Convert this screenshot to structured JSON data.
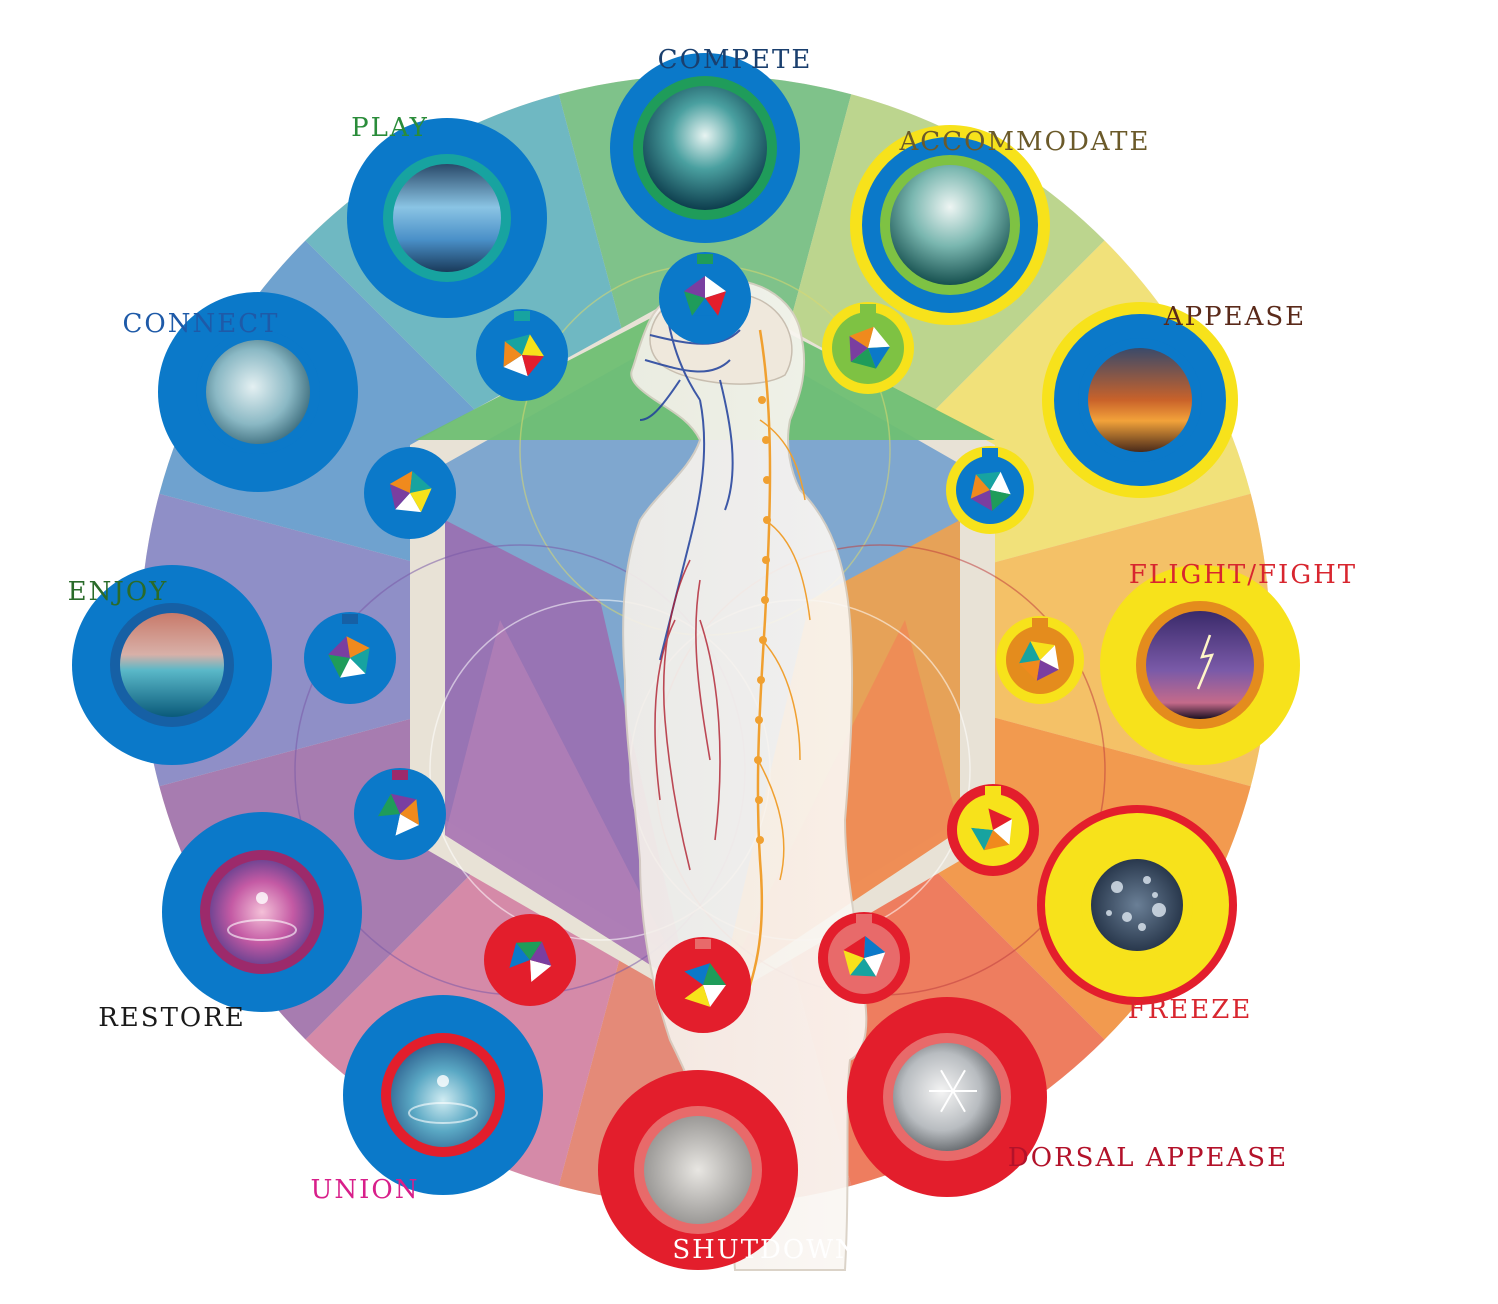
{
  "states": [
    {
      "id": "compete",
      "label": "COMPETE",
      "label_color": "#1a3f6e",
      "outer_ring": "#0b79c9",
      "inner_ring": "#1f9c5a",
      "image": "wave-photo",
      "icon_bg": "#0b79c9"
    },
    {
      "id": "accommodate",
      "label": "ACCOMMODATE",
      "label_color": "#6b5a2a",
      "outer_ring": "#f7e21b",
      "inner_ring": "#7ec243",
      "image": "mist-water-photo",
      "icon_bg": "#f7e21b"
    },
    {
      "id": "appease",
      "label": "APPEASE",
      "label_color": "#5a2a1a",
      "outer_ring": "#f7e21b",
      "inner_ring": "#0b79c9",
      "image": "sunset-raindrops-photo",
      "icon_bg": "#f7e21b"
    },
    {
      "id": "flight-fight",
      "label": "FLIGHT/FIGHT",
      "label_color": "#d8262f",
      "outer_ring": "#f7e21b",
      "inner_ring": "#e48c1d",
      "image": "lightning-photo",
      "icon_bg": "#f7e21b"
    },
    {
      "id": "freeze",
      "label": "FREEZE",
      "label_color": "#d8262f",
      "outer_ring": "#e31e2c",
      "inner_ring": "#f7e21b",
      "image": "ice-bubbles-photo",
      "icon_bg": "#e31e2c"
    },
    {
      "id": "dorsal-appease",
      "label": "DORSAL APPEASE",
      "label_color": "#b3122a",
      "outer_ring": "#e31e2c",
      "inner_ring": "#e86a6a",
      "image": "snowflake-photo",
      "icon_bg": "#e31e2c"
    },
    {
      "id": "shutdown",
      "label": "SHUTDOWN",
      "label_color": "#ffffff",
      "outer_ring": "#e31e2c",
      "inner_ring": "#e86a6a",
      "image": "falling-figure-photo",
      "icon_bg": "#e31e2c"
    },
    {
      "id": "union",
      "label": "UNION",
      "label_color": "#d81f8a",
      "outer_ring": "#0b79c9",
      "inner_ring": "#e31e2c",
      "image": "water-drop-photo",
      "icon_bg": "#e31e2c"
    },
    {
      "id": "restore",
      "label": "RESTORE",
      "label_color": "#1a1a1a",
      "outer_ring": "#0b79c9",
      "inner_ring": "#9c2a6b",
      "image": "pink-water-drop-photo",
      "icon_bg": "#0b79c9"
    },
    {
      "id": "enjoy",
      "label": "ENJOY",
      "label_color": "#2a6b2a",
      "outer_ring": "#0b79c9",
      "inner_ring": "#1660a5",
      "image": "ocean-sky-photo",
      "icon_bg": "#0b79c9"
    },
    {
      "id": "connect",
      "label": "CONNECT",
      "label_color": "#1e5aa8",
      "outer_ring": "#0b79c9",
      "inner_ring": "#0b79c9",
      "image": "water-bubbles-photo",
      "icon_bg": "#0b79c9"
    },
    {
      "id": "play",
      "label": "PLAY",
      "label_color": "#2a8c3a",
      "outer_ring": "#0b79c9",
      "inner_ring": "#17a3a0",
      "image": "waterfall-photo",
      "icon_bg": "#0b79c9"
    }
  ],
  "wheel_colors": [
    "#7fc28a",
    "#bcd58e",
    "#f1e17a",
    "#f4c167",
    "#f29a4f",
    "#ee7d5f",
    "#e48a78",
    "#d58aa8",
    "#a77cb0",
    "#8f8fc7",
    "#6fa2cf",
    "#6fb8c2"
  ],
  "triangle_colors": {
    "top": "#6fbf73",
    "left": "#9b6fb0",
    "right": "#f2a24a"
  },
  "icon_colors": {
    "red": "#e31e2c",
    "yellow": "#f7e21b",
    "blue": "#0b79c9",
    "green": "#1f9c5a",
    "purple": "#7a3ea0",
    "orange": "#f08a1d",
    "teal": "#17a3a0",
    "white": "#ffffff"
  },
  "figure_icon": "human-nervous-system-figure"
}
